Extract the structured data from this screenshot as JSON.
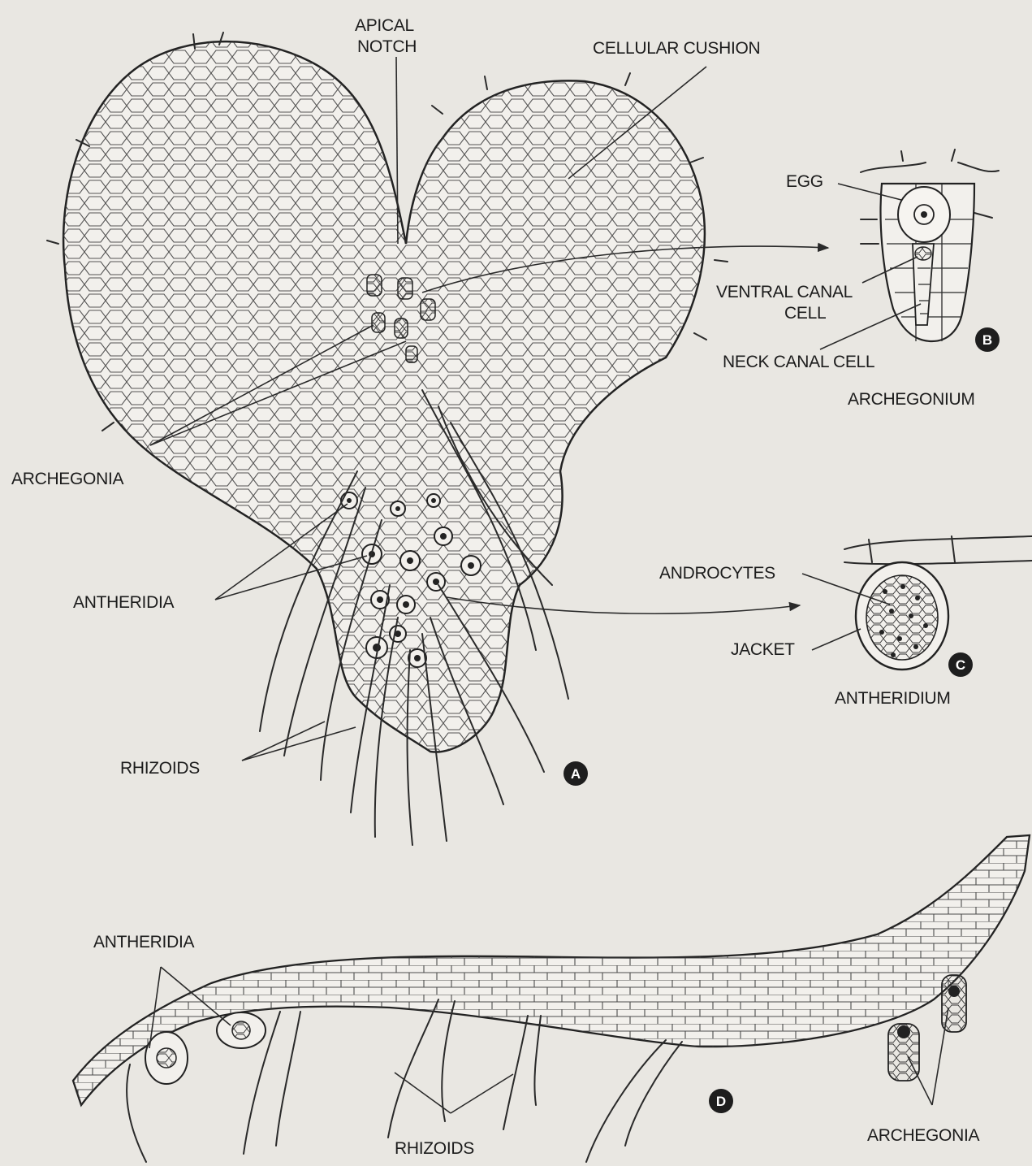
{
  "colors": {
    "paper": "#e9e7e2",
    "ink": "#2a2a2a",
    "badge": "#1e1e1e"
  },
  "figure_a": {
    "badge": "A",
    "labels": {
      "apical_notch": [
        "APICAL",
        "NOTCH"
      ],
      "cellular_cushion": "CELLULAR CUSHION",
      "archegonia": "ARCHEGONIA",
      "antheridia": "ANTHERIDIA",
      "rhizoids": "RHIZOIDS"
    }
  },
  "figure_b": {
    "badge": "B",
    "title": "ARCHEGONIUM",
    "labels": {
      "egg": "EGG",
      "ventral_canal_cell": [
        "VENTRAL CANAL",
        "CELL"
      ],
      "neck_canal_cell": "NECK CANAL CELL"
    }
  },
  "figure_c": {
    "badge": "C",
    "title": "ANTHERIDIUM",
    "labels": {
      "androcytes": "ANDROCYTES",
      "jacket": "JACKET"
    }
  },
  "figure_d": {
    "badge": "D",
    "labels": {
      "antheridia": "ANTHERIDIA",
      "rhizoids": "RHIZOIDS",
      "archegonia": "ARCHEGONIA"
    }
  }
}
